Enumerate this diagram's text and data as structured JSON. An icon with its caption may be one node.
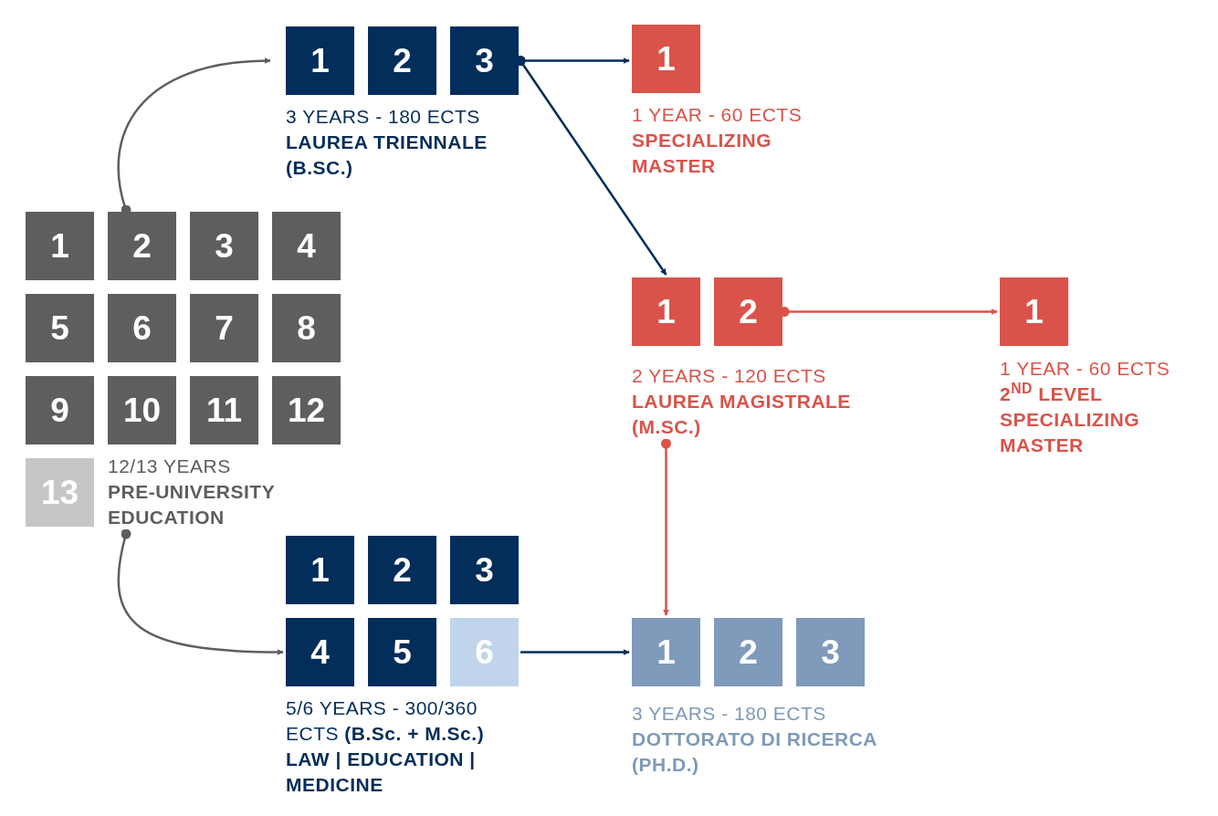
{
  "diagram": {
    "nodes": [
      {
        "text": [
          "1"
        ]
      },
      {
        "text": [
          "2"
        ]
      },
      {
        "text": [
          "3"
        ]
      },
      {
        "text": [
          "3 YEARS - 180 ECTS",
          "LAUREA TRIENNALE (B.SC.)"
        ]
      },
      {
        "text": [
          "1"
        ]
      },
      {
        "text": [
          "1 YEAR - 60 ECTS",
          "SPECIALIZING MASTER"
        ]
      },
      {
        "text": [
          "1"
        ]
      },
      {
        "text": [
          "2"
        ]
      },
      {
        "text": [
          "3"
        ]
      },
      {
        "text": [
          "4"
        ]
      },
      {
        "text": [
          "5"
        ]
      },
      {
        "text": [
          "6"
        ]
      },
      {
        "text": [
          "7"
        ]
      },
      {
        "text": [
          "8"
        ]
      },
      {
        "text": [
          "9"
        ]
      },
      {
        "text": [
          "10"
        ]
      },
      {
        "text": [
          "11"
        ]
      },
      {
        "text": [
          "12"
        ]
      },
      {
        "text": [
          "13"
        ]
      },
      {
        "text": [
          "12/13 YEARS",
          "PRE-UNIVERSITY EDUCATION"
        ]
      },
      {
        "text": [
          "1"
        ]
      },
      {
        "text": [
          "2"
        ]
      },
      {
        "text": [
          "2 YEARS - 120 ECTS",
          "LAUREA MAGISTRALE (M.SC.)"
        ]
      },
      {
        "text": [
          "1"
        ]
      },
      {
        "text": [
          "1 YEAR - 60 ECTS",
          "2$^{ND}$ LEVEL SPECIALIZING MASTER"
        ]
      },
      {
        "text": [
          "1"
        ]
      },
      {
        "text": [
          "2"
        ]
      },
      {
        "text": [
          "3"
        ]
      },
      {
        "text": [
          "4"
        ]
      },
      {
        "text": [
          "5"
        ]
      },
      {
        "text": [
          "6"
        ]
      },
      {
        "text": [
          "5/6 YEARS - 300/360 ECTS **(B.Sc. + M.Sc.)**",
          "LAW | EDUCATION | MEDICINE"
        ]
      },
      {
        "text": [
          "1"
        ]
      },
      {
        "text": [
          "2"
        ]
      },
      {
        "text": [
          "3"
        ]
      },
      {
        "text": [
          "3 YEARS - 180 ECTS",
          "DOTTORATO DI RICERCA (PH.D.)"
        ]
      }
    ],
    "edges": [
      {
        "from": 2,
        "to": 4,
        "arrow": "to"
      },
      {
        "from": 2,
        "to": 20,
        "arrow": "to"
      },
      {
        "from": 21,
        "to": 23,
        "arrow": "to",
        "color": "#d9534a"
      },
      {
        "from": 22,
        "to": 32,
        "arrow": "to",
        "color": "#d9534a"
      },
      {
        "from": 7,
        "to": 0,
        "arrow": "to",
        "color": "#5e5e5e"
      },
      {
        "from": 19,
        "to": 28,
        "arrow": "to",
        "color": "#5e5e5e"
      },
      {
        "from": 30,
        "to": 32,
        "arrow": "to"
      }
    ]
  }
}
